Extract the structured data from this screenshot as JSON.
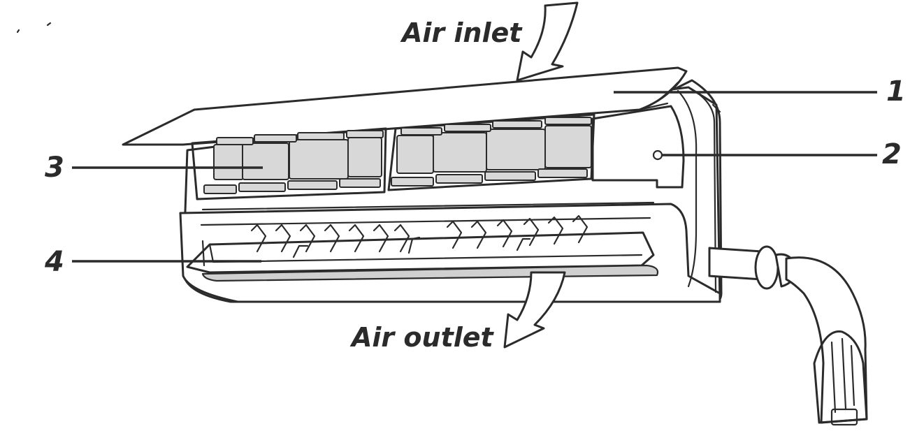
{
  "labels": {
    "air_inlet": "Air inlet",
    "air_outlet": "Air outlet"
  },
  "callouts": {
    "c1": "1",
    "c2": "2",
    "c3": "3",
    "c4": "4"
  },
  "colors": {
    "line": "#2b2b2b",
    "filter_fill": "#d8d8d8",
    "background": "#ffffff"
  }
}
